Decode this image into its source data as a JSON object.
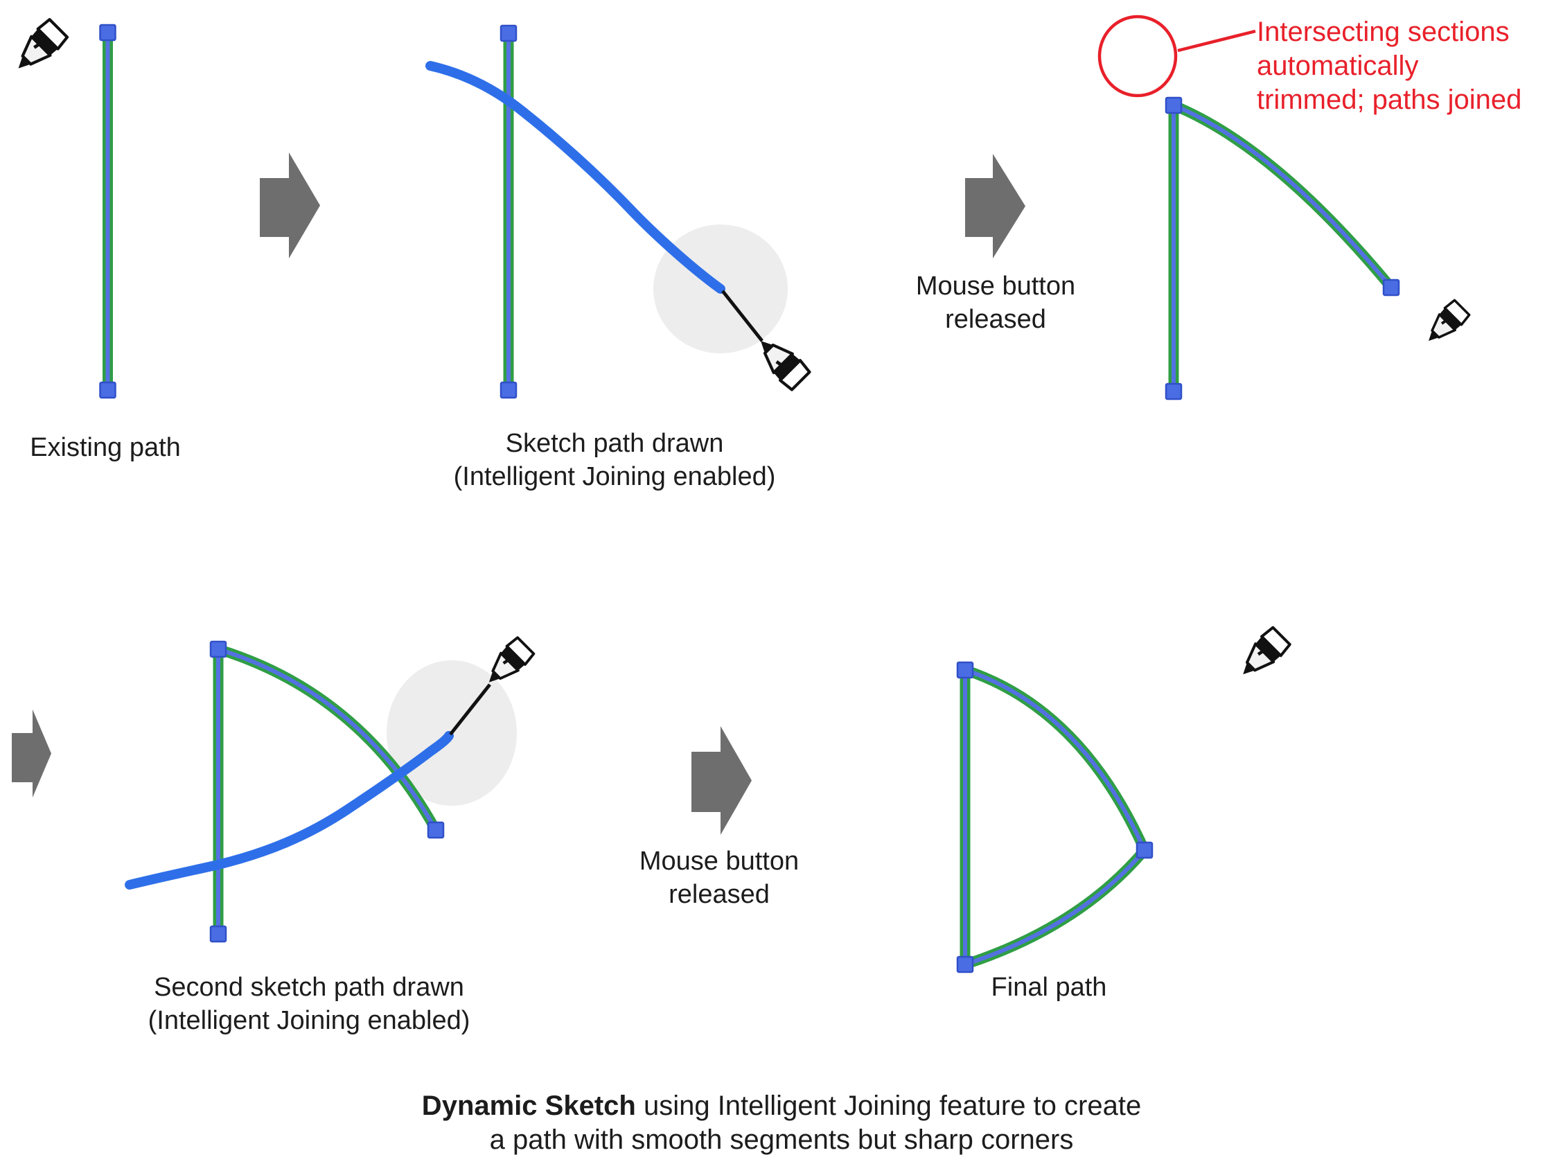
{
  "figure": {
    "step1": {
      "label": "Existing path"
    },
    "step2": {
      "label_line1": "Sketch path drawn",
      "label_line2": "(Intelligent Joining enabled)"
    },
    "arrow1_label": {
      "line1": "Mouse button",
      "line2": "released"
    },
    "annotation": {
      "line1": "Intersecting sections",
      "line2": "automatically",
      "line3": "trimmed; paths joined"
    },
    "step4": {
      "label_line1": "Second sketch path drawn",
      "label_line2": "(Intelligent Joining enabled)"
    },
    "arrow2_label": {
      "line1": "Mouse button",
      "line2": "released"
    },
    "step5": {
      "label": "Final path"
    },
    "caption": {
      "bold": "Dynamic Sketch",
      "line1_rest": " using Intelligent Joining feature to create",
      "line2": "a path with smooth segments but sharp corners"
    }
  },
  "icons": {
    "pen_cursor": "marker-pen-icon",
    "step_arrow": "right-arrow-icon",
    "highlight": "cursor-highlight-circle",
    "callout": "red-callout-circle"
  },
  "colors": {
    "path_green": "#2F9E45",
    "path_core_blue": "#5471E2",
    "sketch_blue": "#2E6FE9",
    "node_blue": "#4A6DE4",
    "node_border": "#3050C8",
    "arrow_gray": "#6E6E6E",
    "annotation_red": "#E8202A",
    "highlight_gray": "#EDEDED",
    "text_dark": "#1C1C1C"
  }
}
